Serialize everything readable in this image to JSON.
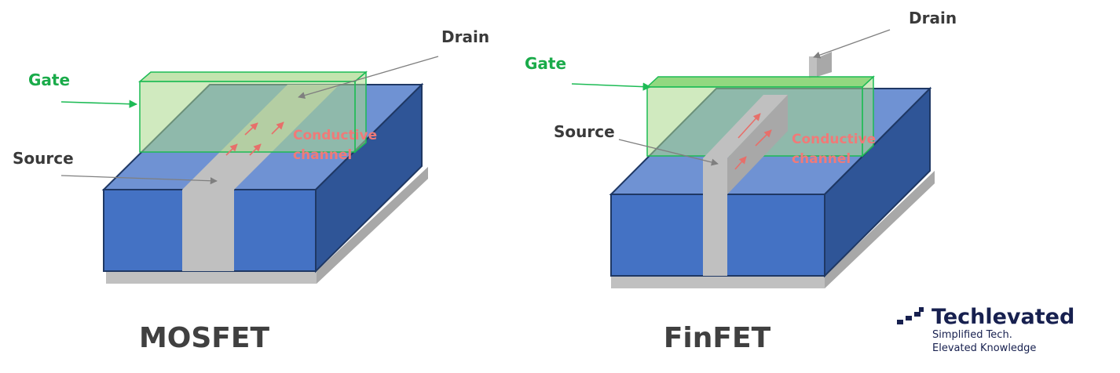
{
  "mosfet": {
    "drain": "Drain",
    "gate": "Gate",
    "source": "Source",
    "channel_line1": "Conductive",
    "channel_line2": "channel",
    "title": "MOSFET"
  },
  "finfet": {
    "drain": "Drain",
    "gate": "Gate",
    "source": "Source",
    "channel_line1": "Conductive",
    "channel_line2": "channel",
    "title": "FinFET"
  },
  "brand": {
    "name": "Techlevated",
    "tagline1": "Simplified Tech.",
    "tagline2": "Elevated Knowledge"
  },
  "colors": {
    "substrate_front": "#4472c4",
    "substrate_top": "#6f92d3",
    "substrate_side": "#2f5597",
    "silicon": "#c0c0c0",
    "gate_fill": "#a9d88b",
    "gate_stroke": "#1dbb55",
    "gate_label": "#1aab4a",
    "channel_label": "#f07a78",
    "channel_arrow": "#e76f6a"
  }
}
